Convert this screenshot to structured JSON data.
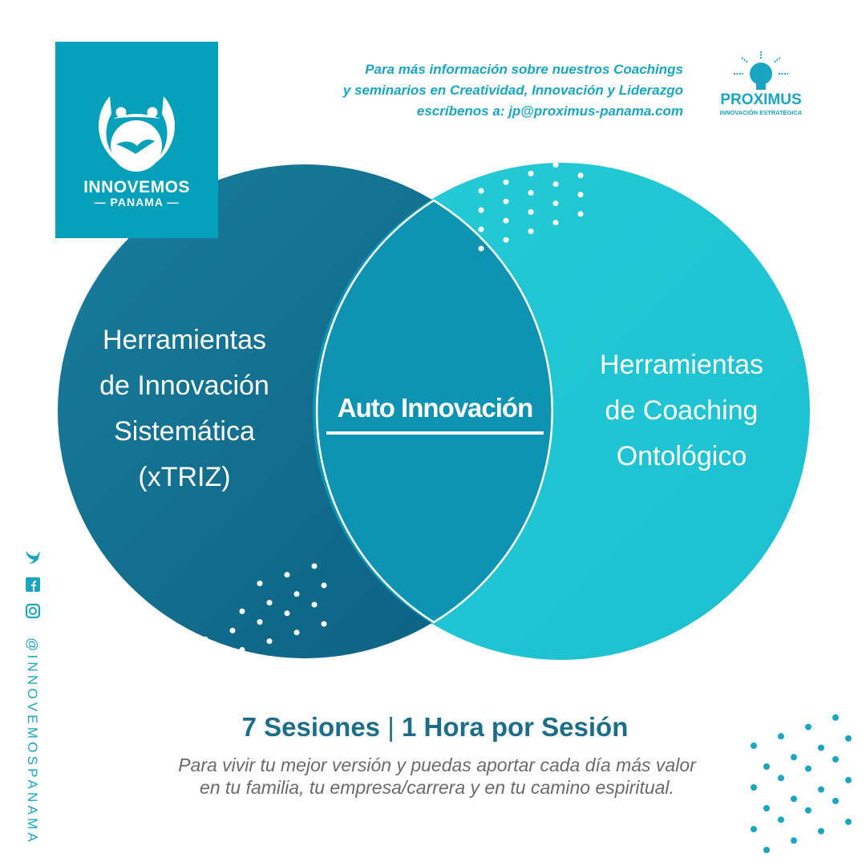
{
  "logo": {
    "title": "INNOVEMOS",
    "subtitle": "PANAMA"
  },
  "info": {
    "lines": [
      "Para más información sobre nuestros Coachings",
      "y seminarios en Creatividad, Innovación y Liderazgo",
      "escríbenos a: jp@proximus-panama.com"
    ]
  },
  "partner_logo": {
    "name": "PROXIMUS",
    "tagline": "INNOVACIÓN ESTRATÉGICA"
  },
  "venn": {
    "left": [
      "Herramientas",
      "de Innovación",
      "Sistemática",
      "(xTRIZ)"
    ],
    "right": [
      "Herramientas",
      "de Coaching",
      "Ontológico"
    ],
    "center": "Auto Innovación",
    "colors": {
      "left": "#136f8f",
      "right": "#22c6d3",
      "overlap": "#0e93b3"
    }
  },
  "sessions": {
    "count": "7 Sesiones",
    "separator": "|",
    "duration": "1 Hora por Sesión"
  },
  "tagline": [
    "Para vivir tu mejor versión y puedas aportar cada día más valor",
    "en tu familia, tu empresa/carrera y en tu camino espiritual."
  ],
  "social": {
    "handle": "@INNOVEMOSPANAMA",
    "icons": [
      "twitter-icon",
      "facebook-icon",
      "instagram-icon"
    ]
  }
}
